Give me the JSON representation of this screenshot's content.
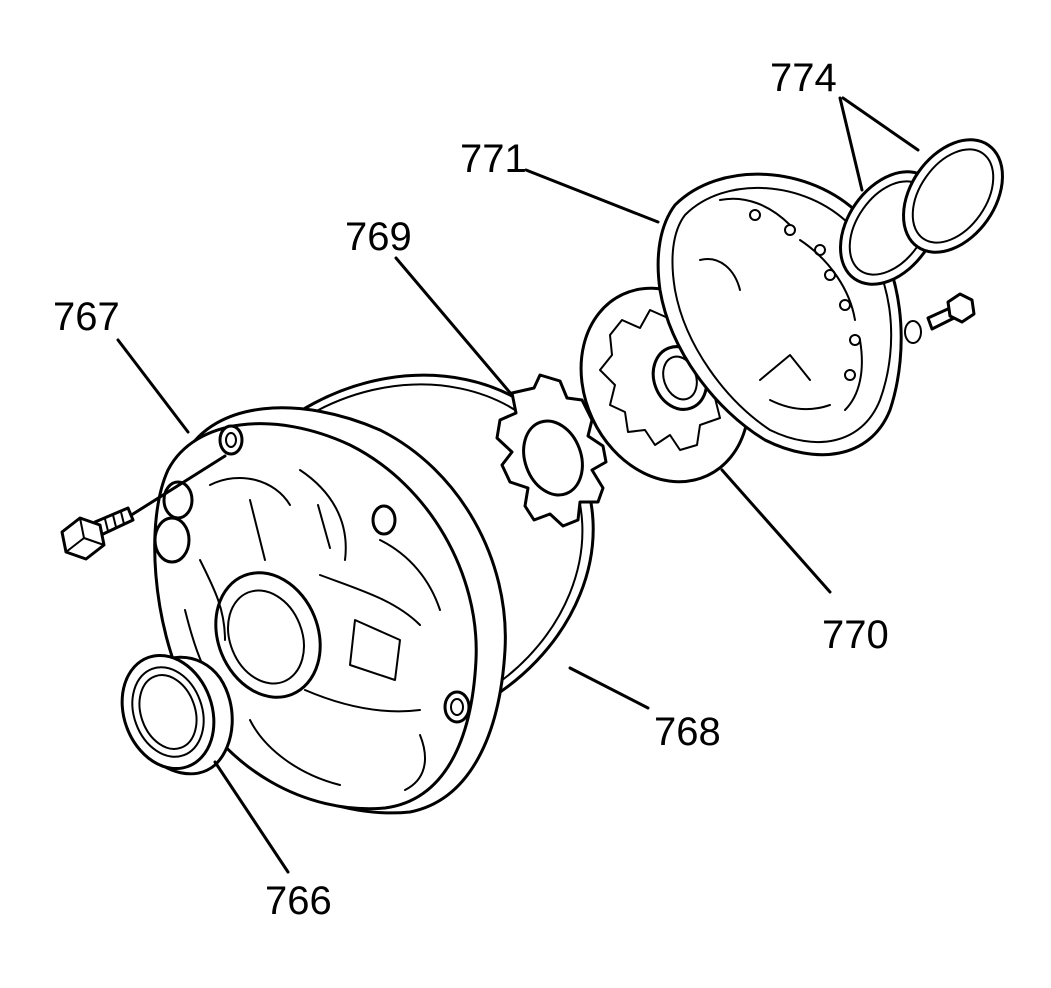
{
  "callouts": [
    {
      "id": "766",
      "label": "766"
    },
    {
      "id": "767",
      "label": "767"
    },
    {
      "id": "768",
      "label": "768"
    },
    {
      "id": "769",
      "label": "769"
    },
    {
      "id": "770",
      "label": "770"
    },
    {
      "id": "771",
      "label": "771"
    },
    {
      "id": "774",
      "label": "774"
    }
  ]
}
